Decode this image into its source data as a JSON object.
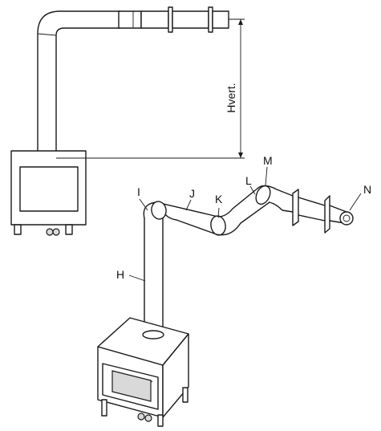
{
  "dimension": {
    "label": "Hvert."
  },
  "callouts": {
    "H": "H",
    "I": "I",
    "J": "J",
    "K": "K",
    "L": "L",
    "M": "M",
    "N": "N"
  }
}
